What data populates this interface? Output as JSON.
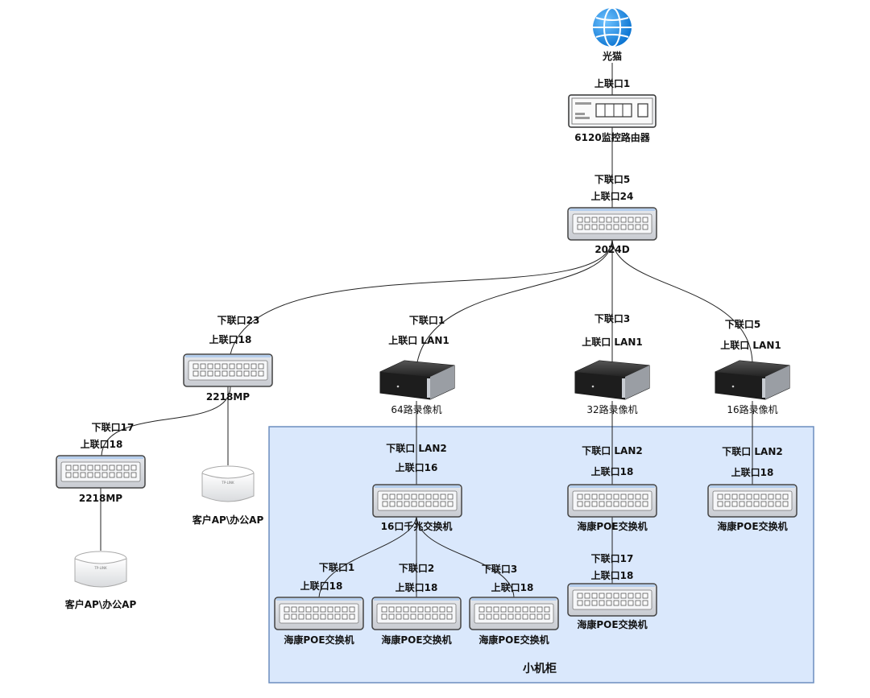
{
  "colors": {
    "cabinet_fill": "#dae8fc",
    "cabinet_stroke": "#6c8ebf",
    "line": "#222222",
    "globe": "#1e8fe6"
  },
  "cabinet": {
    "label": "小机柜"
  },
  "nodes": {
    "modem": {
      "name": "光猫",
      "icon": "globe-icon"
    },
    "router": {
      "name": "6120监控路由器",
      "port_up": "上联口1",
      "icon": "router-icon"
    },
    "sw2024": {
      "name": "2024D",
      "port_down": "下联口5",
      "port_up": "上联口24",
      "icon": "switch-icon"
    },
    "sw2218a": {
      "name": "2218MP",
      "port_down": "下联口23",
      "port_up": "上联口18",
      "icon": "switch-icon"
    },
    "sw2218b": {
      "name": "2218MP",
      "port_down": "下联口17",
      "port_up": "上联口18",
      "icon": "switch-icon"
    },
    "ap1": {
      "name": "客户AP\\办公AP",
      "icon": "access-point-icon"
    },
    "ap2": {
      "name": "客户AP\\办公AP",
      "icon": "access-point-icon"
    },
    "nvr64": {
      "name": "64路录像机",
      "port_down": "下联口1",
      "port_up": "上联口 LAN1",
      "port_lan2": "下联口 LAN2",
      "icon": "nvr-icon"
    },
    "nvr32": {
      "name": "32路录像机",
      "port_down": "下联口3",
      "port_up": "上联口 LAN1",
      "port_lan2": "下联口 LAN2",
      "icon": "nvr-icon"
    },
    "nvr16": {
      "name": "16路录像机",
      "port_down": "下联口5",
      "port_up": "上联口 LAN1",
      "port_lan2": "下联口 LAN2",
      "icon": "nvr-icon"
    },
    "sw16g": {
      "name": "16口千兆交换机",
      "port_up": "上联口16",
      "icon": "switch-icon"
    },
    "poe1": {
      "name": "海康POE交换机",
      "port_down": "下联口1",
      "port_up": "上联口18",
      "icon": "switch-icon"
    },
    "poe2": {
      "name": "海康POE交换机",
      "port_down": "下联口2",
      "port_up": "上联口18",
      "icon": "switch-icon"
    },
    "poe3": {
      "name": "海康POE交换机",
      "port_down": "下联口3",
      "port_up": "上联口18",
      "icon": "switch-icon"
    },
    "poe32a": {
      "name": "海康POE交换机",
      "port_up": "上联口18",
      "icon": "switch-icon"
    },
    "poe32b": {
      "name": "海康POE交换机",
      "port_down": "下联口17",
      "port_up": "上联口18",
      "icon": "switch-icon"
    },
    "poe16": {
      "name": "海康POE交换机",
      "port_up": "上联口18",
      "icon": "switch-icon"
    }
  }
}
